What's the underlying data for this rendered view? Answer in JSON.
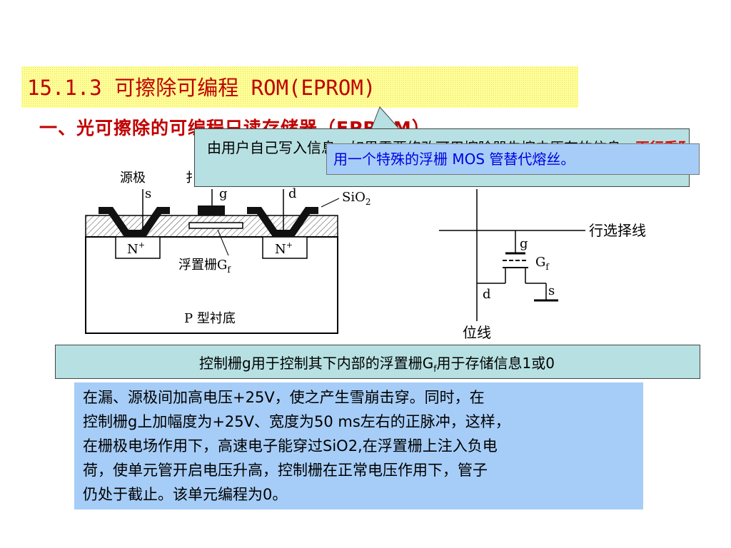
{
  "slide": {
    "title": "15.1.3 可擦除可编程 ROM(EPROM)",
    "subtitle": "一、光可擦除的可编程只读存储器（EPROM）",
    "callout1": {
      "text_main": "由用户自己写入信息，如果需要修改可用擦除器先擦去原有的信息，",
      "text_highlight": "再行重写"
    },
    "blue_note": "用一个特殊的浮栅 MOS 管替代熔丝。",
    "control_note": "控制栅g用于控制其下内部的浮置栅G",
    "control_note_sub": "f",
    "control_note_tail": "用于存储信息1或0",
    "description_lines": [
      "在漏、源极间加高电压+25V，使之产生雪崩击穿。同时，在",
      "控制栅g上加幅度为+25V、宽度为50 ms左右的正脉冲，这样，",
      "在栅极电场作用下，高速电子能穿过SiO2,在浮置栅上注入负电",
      "荷，使单元管开启电压升高，控制栅在正常电压作用下，管子",
      "仍处于截止。该单元编程为0。"
    ]
  },
  "cross_section": {
    "source_label": "源极",
    "s_label": "s",
    "g_label": "g",
    "d_label": "d",
    "drain_label_partial": "扌",
    "sio2_label": "SiO",
    "sio2_sub": "2",
    "n_plus": "N",
    "plus": "+",
    "floating_gate_label": "浮置栅G",
    "floating_gate_sub": "f",
    "substrate_label": "P 型衬底"
  },
  "circuit": {
    "row_line_label": "行选择线",
    "g_label": "g",
    "gf_label": "G",
    "gf_sub": "f",
    "d_label": "d",
    "s_label": "s",
    "bit_line_label": "位线"
  },
  "colors": {
    "title_red": "#c00000",
    "highlight_red": "#e00000",
    "blue_text": "#0000e0",
    "title_bg": "#fffe99",
    "teal_bg": "#b7e0e2",
    "blue_bg": "#a6cdf7"
  }
}
